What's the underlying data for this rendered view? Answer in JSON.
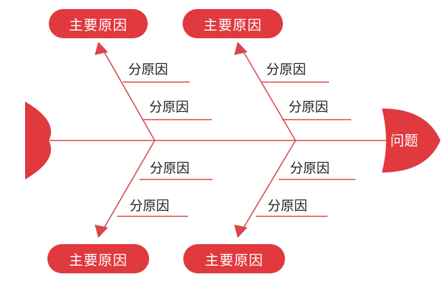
{
  "colors": {
    "primary": "#e0393e",
    "line": "#d9464a",
    "text": "#222222",
    "on_primary": "#ffffff"
  },
  "head": {
    "label": "问题"
  },
  "main_causes": [
    {
      "label": "主要原因",
      "sub_causes": [
        "分原因",
        "分原因"
      ]
    },
    {
      "label": "主要原因",
      "sub_causes": [
        "分原因",
        "分原因"
      ]
    },
    {
      "label": "主要原因",
      "sub_causes": [
        "分原因",
        "分原因"
      ]
    },
    {
      "label": "主要原因",
      "sub_causes": [
        "分原因",
        "分原因"
      ]
    }
  ]
}
